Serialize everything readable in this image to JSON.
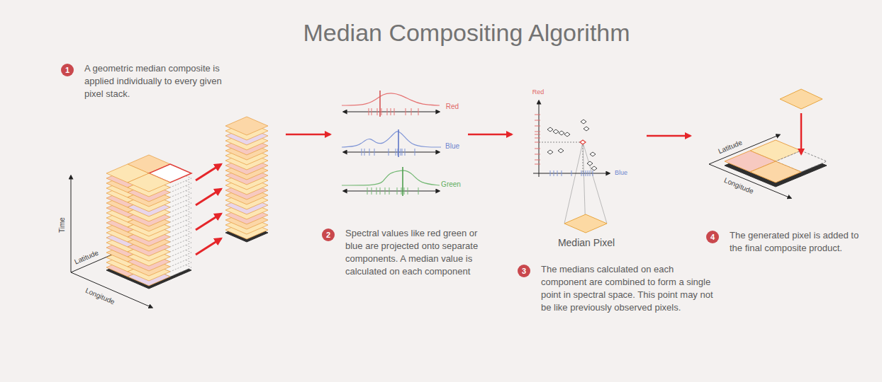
{
  "diagram": {
    "title": "Median Compositing Algorithm",
    "nodes": [
      {
        "text": [
          "1",
          "A geometric median composite is applied individually to every given pixel stack."
        ]
      },
      {
        "text": [
          "2",
          "Spectral values like red green or blue are projected onto separate components. A median value is calculated on each component"
        ]
      },
      {
        "text": [
          "3",
          "The medians calculated on each component are combined to form a single point in spectral space. This point may not be like previously observed pixels."
        ]
      },
      {
        "text": [
          "4",
          "The generated pixel is added to the final composite product."
        ]
      }
    ],
    "labels": [
      "Time",
      "Latitude",
      "Longitude",
      "Red",
      "Blue",
      "Green",
      "Red",
      "Blue",
      "Median Pixel",
      "Latitude",
      "Longitude"
    ]
  }
}
